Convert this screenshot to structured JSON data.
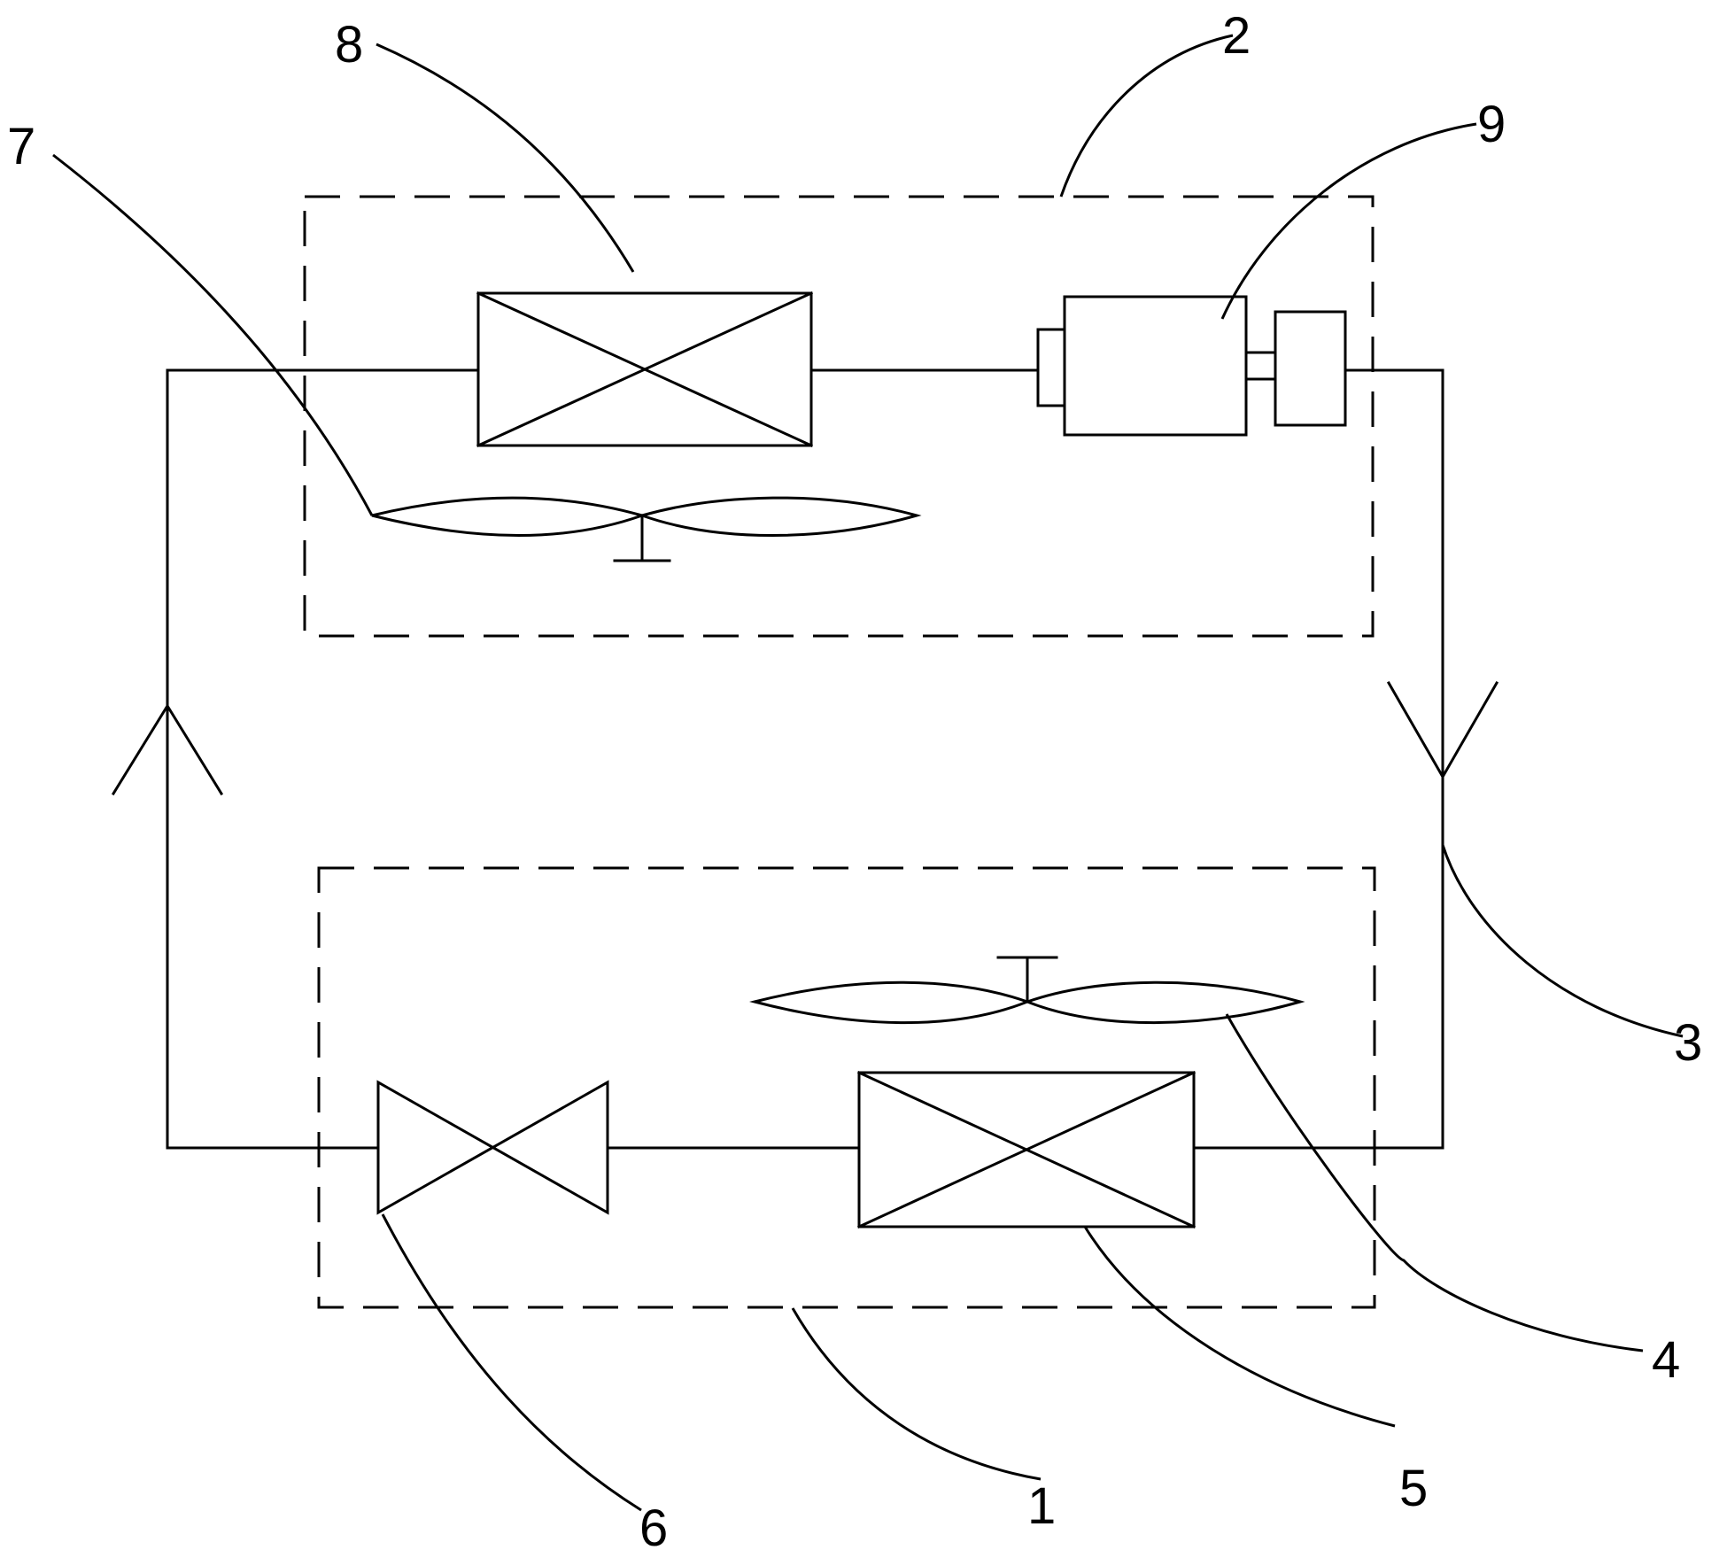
{
  "labels": {
    "unit_1": "1",
    "unit_2": "2",
    "pipe_3": "3",
    "fan_4": "4",
    "exchanger_5": "5",
    "valve_6": "6",
    "fan_7": "7",
    "exchanger_8": "8",
    "compressor_9": "9"
  }
}
